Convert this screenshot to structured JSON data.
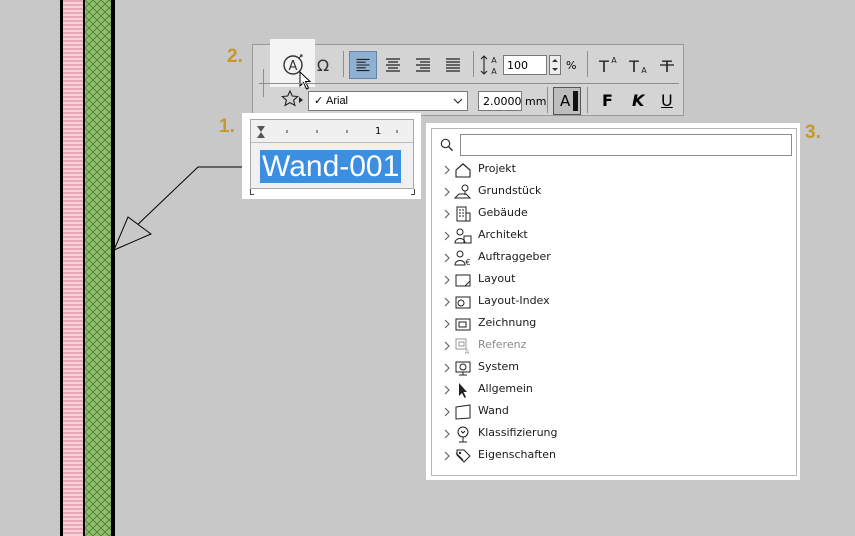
{
  "callouts": {
    "one": "1.",
    "two": "2.",
    "three": "3."
  },
  "toolbar": {
    "spacing_value": "100",
    "spacing_unit": "%",
    "font_name": "Arial",
    "font_size": "2.0000",
    "size_unit": "mm",
    "highlight_letter": "A",
    "bold_letter": "F",
    "italic_letter": "K",
    "underline_letter": "U"
  },
  "editor": {
    "ruler_mark": "1",
    "text": "Wand-001"
  },
  "panel": {
    "search_placeholder": "",
    "items": [
      {
        "label": "Projekt",
        "icon": "house-icon",
        "disabled": false
      },
      {
        "label": "Grundstück",
        "icon": "site-pin-icon",
        "disabled": false
      },
      {
        "label": "Gebäude",
        "icon": "building-icon",
        "disabled": false
      },
      {
        "label": "Architekt",
        "icon": "architect-icon",
        "disabled": false
      },
      {
        "label": "Auftraggeber",
        "icon": "client-icon",
        "disabled": false
      },
      {
        "label": "Layout",
        "icon": "layout-icon",
        "disabled": false
      },
      {
        "label": "Layout-Index",
        "icon": "layout-index-icon",
        "disabled": false
      },
      {
        "label": "Zeichnung",
        "icon": "drawing-icon",
        "disabled": false
      },
      {
        "label": "Referenz",
        "icon": "reference-icon",
        "disabled": true
      },
      {
        "label": "System",
        "icon": "system-icon",
        "disabled": false
      },
      {
        "label": "Allgemein",
        "icon": "cursor-icon",
        "disabled": false
      },
      {
        "label": "Wand",
        "icon": "wall-icon",
        "disabled": false
      },
      {
        "label": "Klassifizierung",
        "icon": "classification-tree-icon",
        "disabled": false
      },
      {
        "label": "Eigenschaften",
        "icon": "properties-tag-icon",
        "disabled": false
      }
    ]
  },
  "colors": {
    "background": "#c8c8c8",
    "callout": "#c8962c",
    "selection": "#3c8fe0",
    "active_button": "#8fb0d0"
  }
}
